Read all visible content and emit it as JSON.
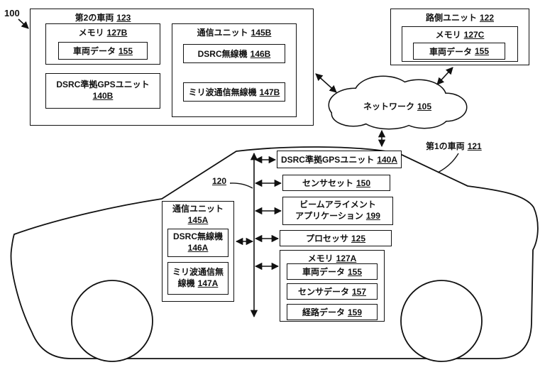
{
  "colors": {
    "line": "#111111",
    "background": "#ffffff"
  },
  "labels": {
    "system_num": "100",
    "bus_num": "120"
  },
  "vehicle2": {
    "title_text": "第2の車両",
    "title_num": "123",
    "memory_text": "メモリ",
    "memory_num": "127B",
    "vehicle_data_text": "車両データ",
    "vehicle_data_num": "155",
    "gps_text": "DSRC準拠GPSユニット",
    "gps_num": "140B",
    "comm_text": "通信ユニット",
    "comm_num": "145B",
    "dsrc_text": "DSRC無線機",
    "dsrc_num": "146B",
    "mmwave_text": "ミリ波通信無線機",
    "mmwave_num": "147B"
  },
  "roadside": {
    "title_text": "路側ユニット",
    "title_num": "122",
    "memory_text": "メモリ",
    "memory_num": "127C",
    "vehicle_data_text": "車両データ",
    "vehicle_data_num": "155"
  },
  "network": {
    "text": "ネットワーク",
    "num": "105"
  },
  "vehicle1": {
    "title_text": "第1の車両",
    "title_num": "121",
    "gps_text": "DSRC準拠GPSユニット",
    "gps_num": "140A",
    "sensor_text": "センサセット",
    "sensor_num": "150",
    "beam_line1": "ビームアライメント",
    "beam_line2": "アプリケーション",
    "beam_num": "199",
    "proc_text": "プロセッサ",
    "proc_num": "125",
    "memory_text": "メモリ",
    "memory_num": "127A",
    "vehicle_data_text": "車両データ",
    "vehicle_data_num": "155",
    "sensor_data_text": "センサデータ",
    "sensor_data_num": "157",
    "route_data_text": "経路データ",
    "route_data_num": "159",
    "comm_text": "通信ユニット",
    "comm_num": "145A",
    "dsrc_text": "DSRC無線機",
    "dsrc_num": "146A",
    "mmwave_line1": "ミリ波通信無",
    "mmwave_line2": "線機",
    "mmwave_num": "147A"
  }
}
